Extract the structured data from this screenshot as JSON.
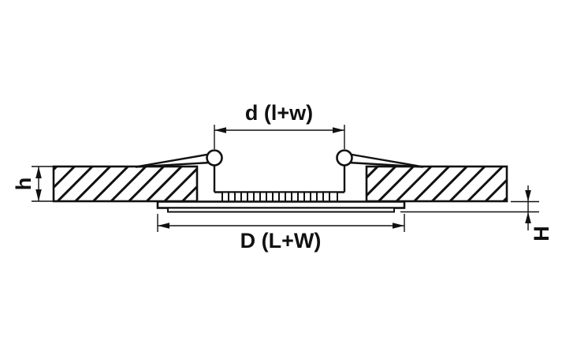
{
  "colors": {
    "line": "#111111",
    "background": "#ffffff"
  },
  "labels": {
    "dim_top": "d (l+w)",
    "dim_bottom": "D (L+W)",
    "dim_left": "h",
    "dim_right": "H"
  }
}
